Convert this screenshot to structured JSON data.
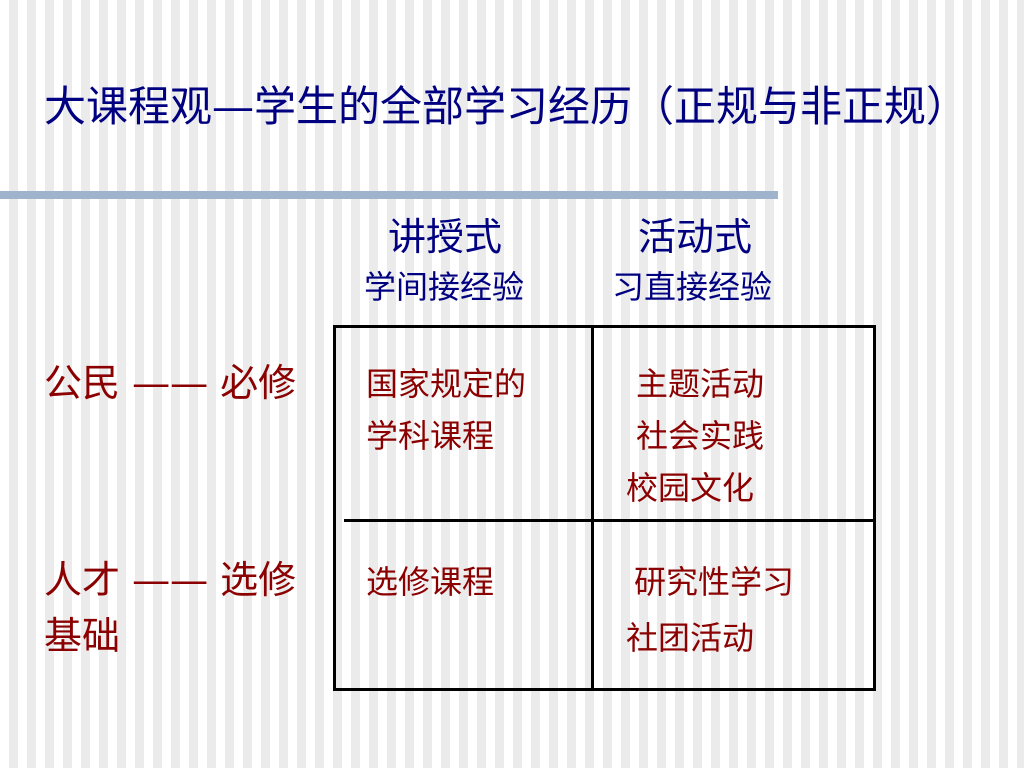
{
  "slide": {
    "title": "大课程观—学生的全部学习经历（正规与非正规）",
    "columns": [
      {
        "heading": "讲授式",
        "subheading": "学间接经验"
      },
      {
        "heading": "活动式",
        "subheading": "习直接经验"
      }
    ],
    "rows": [
      {
        "label_line1": "公民 —— 必修",
        "label_line2": ""
      },
      {
        "label_line1": "人才 —— 选修",
        "label_line2": "基础"
      }
    ],
    "cells": {
      "r1c1": [
        "国家规定的",
        "学科课程"
      ],
      "r1c2": [
        "主题活动",
        "社会实践",
        "校园文化"
      ],
      "r2c1": [
        "选修课程"
      ],
      "r2c2": [
        "研究性学习",
        "社团活动"
      ]
    }
  },
  "colors": {
    "title_text": "#000080",
    "body_text": "#8b0000",
    "title_rule": "#9fb3cc"
  }
}
